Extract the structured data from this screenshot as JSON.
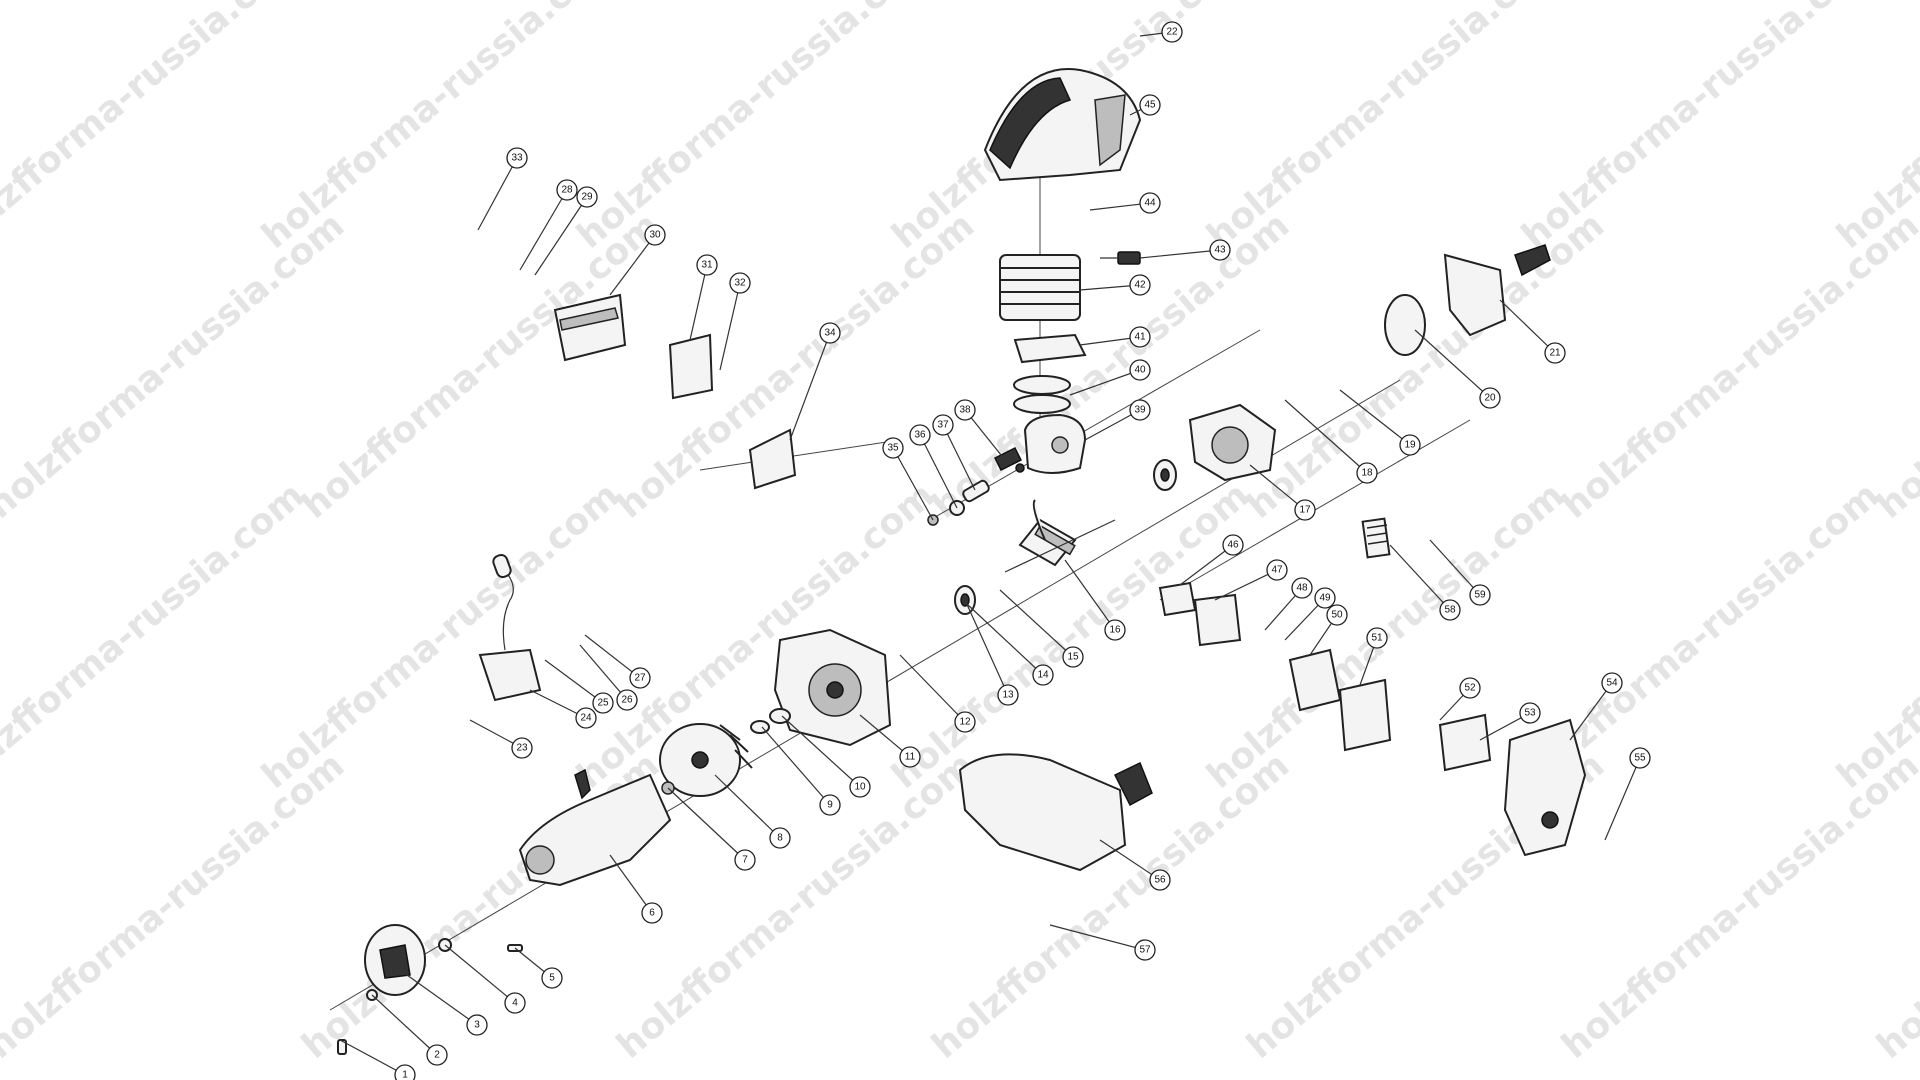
{
  "diagram": {
    "watermark_text": "holzfforma-russia.com",
    "part_labels": [
      "1",
      "2",
      "3",
      "4",
      "5",
      "6",
      "7",
      "8",
      "9",
      "10",
      "11",
      "12",
      "13",
      "14",
      "15",
      "16",
      "17",
      "18",
      "19",
      "20",
      "21",
      "22",
      "23",
      "24",
      "25",
      "26",
      "27",
      "28",
      "29",
      "30",
      "31",
      "32",
      "33",
      "34",
      "35",
      "36",
      "37",
      "38",
      "39",
      "40",
      "41",
      "42",
      "43",
      "44",
      "45",
      "46",
      "47",
      "48",
      "49",
      "50",
      "51",
      "52",
      "53",
      "54",
      "55",
      "56",
      "57",
      "58",
      "59"
    ]
  }
}
